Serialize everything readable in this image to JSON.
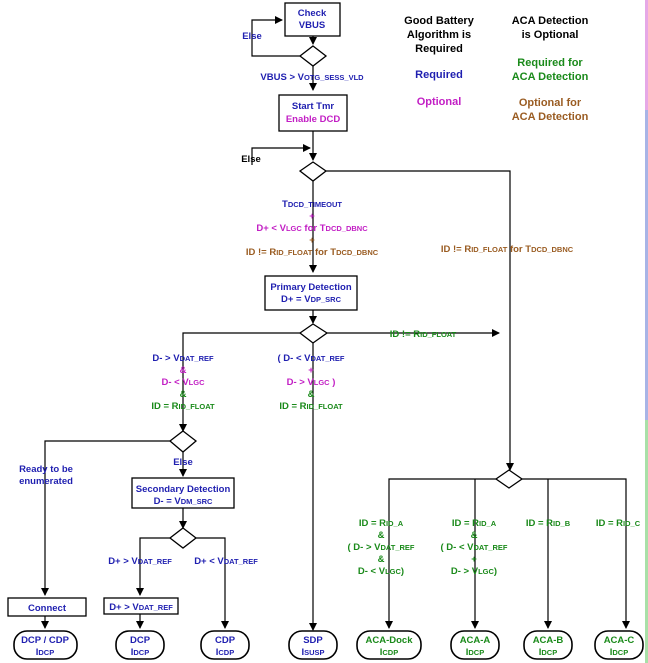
{
  "colors": {
    "required": "#1f1fb0",
    "optional": "#c21ec4",
    "aca_required": "#1a8a1a",
    "aca_optional": "#9a5c22",
    "black": "#000000"
  },
  "legend": {
    "good_battery": [
      "Good Battery",
      "Algorithm is",
      "Required"
    ],
    "aca_detection": [
      "ACA Detection",
      "is Optional"
    ],
    "required": "Required",
    "optional": "Optional",
    "required_aca": [
      "Required for",
      "ACA Detection"
    ],
    "optional_aca": [
      "Optional for",
      "ACA Detection"
    ]
  },
  "boxes": {
    "check_vbus": [
      "Check",
      "VBUS"
    ],
    "start_tmr": "Start Tmr",
    "enable_dcd": "Enable DCD",
    "primary": "Primary Detection",
    "secondary": "Secondary Detection",
    "connect": "Connect"
  },
  "labels": {
    "else1": "Else",
    "else2": "Else",
    "else3": "Else",
    "ready": [
      "Ready to be",
      "enumerated"
    ],
    "plus": "+",
    "amp": "&"
  },
  "terminals": [
    {
      "line1": "DCP / CDP",
      "line2": "I",
      "sub": "DCP"
    },
    {
      "line1": "DCP",
      "line2": "I",
      "sub": "DCP"
    },
    {
      "line1": "CDP",
      "line2": "I",
      "sub": "CDP"
    },
    {
      "line1": "SDP",
      "line2": "I",
      "sub": "SUSP"
    },
    {
      "line1": "ACA-Dock",
      "line2": "I",
      "sub": "CDP"
    },
    {
      "line1": "ACA-A",
      "line2": "I",
      "sub": "DCP"
    },
    {
      "line1": "ACA-B",
      "line2": "I",
      "sub": "DCP"
    },
    {
      "line1": "ACA-C",
      "line2": "I",
      "sub": "DCP"
    }
  ]
}
